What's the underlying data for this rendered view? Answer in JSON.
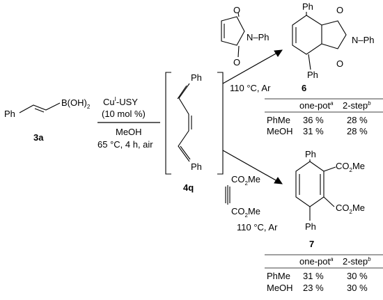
{
  "reactant": {
    "ph": "Ph",
    "boronic": "B(OH)",
    "boronic_sub": "2",
    "label": "3a"
  },
  "conditions1": {
    "catalyst_main": "Cu",
    "catalyst_sup": "I",
    "catalyst_rest": "-USY",
    "loading": "(10 mol %)",
    "solvent": "MeOH",
    "temp_time": "65 °C, 4 h, air"
  },
  "intermediate": {
    "ph_top": "Ph",
    "ph_bottom": "Ph",
    "label": "4q"
  },
  "reagent_top": {
    "o_top": "O",
    "o_bottom": "O",
    "n_ph": "N–Ph",
    "conditions": "110 °C, Ar"
  },
  "product6": {
    "ph_top": "Ph",
    "ph_bottom": "Ph",
    "o_top": "O",
    "o_bottom": "O",
    "n_ph": "N–Ph",
    "label": "6",
    "table": {
      "col1": "one-pot",
      "col1_sup": "a",
      "col2": "2-step",
      "col2_sup": "b",
      "rows": [
        {
          "solvent": "PhMe",
          "onepot": "36 %",
          "twostep": "28 %"
        },
        {
          "solvent": "MeOH",
          "onepot": "31 %",
          "twostep": "28 %"
        }
      ]
    }
  },
  "reagent_bottom": {
    "ester_top": "CO",
    "ester_top_sub": "2",
    "ester_top_me": "Me",
    "ester_bottom": "CO",
    "ester_bottom_sub": "2",
    "ester_bottom_me": "Me",
    "conditions": "110 °C, Ar"
  },
  "product7": {
    "ph_top": "Ph",
    "ph_bottom": "Ph",
    "ester_top": "CO",
    "ester_top_sub": "2",
    "ester_top_me": "Me",
    "ester_bottom": "CO",
    "ester_bottom_sub": "2",
    "ester_bottom_me": "Me",
    "label": "7",
    "table": {
      "col1": "one-pot",
      "col1_sup": "a",
      "col2": "2-step",
      "col2_sup": "b",
      "rows": [
        {
          "solvent": "PhMe",
          "onepot": "31 %",
          "twostep": "30 %"
        },
        {
          "solvent": "MeOH",
          "onepot": "23 %",
          "twostep": "30 %"
        }
      ]
    }
  }
}
